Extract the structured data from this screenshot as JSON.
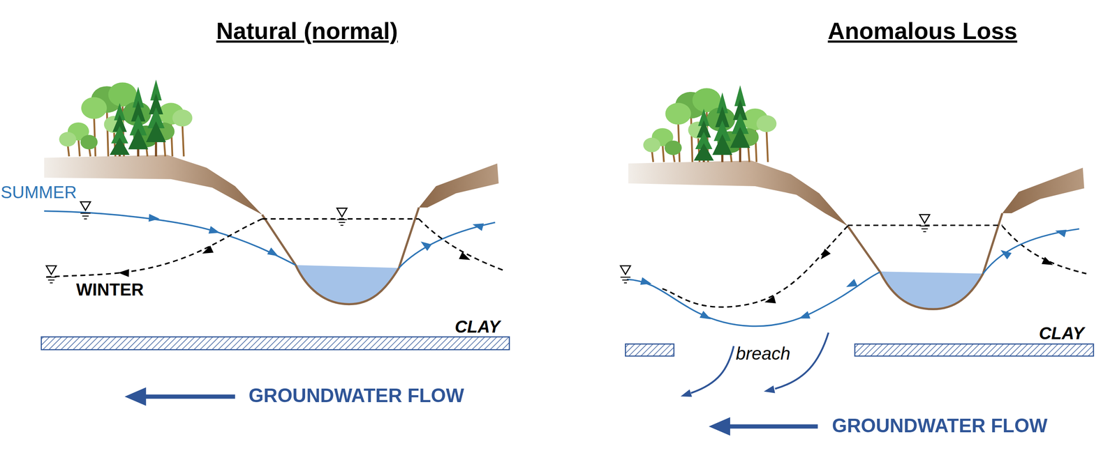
{
  "diagram": {
    "labels": [
      "Natural (normal)",
      "SUMMER",
      "WINTER",
      "CLAY",
      "GROUNDWATER FLOW",
      "Anomalous Loss",
      "breach",
      "CLAY",
      "GROUNDWATER FLOW"
    ]
  }
}
